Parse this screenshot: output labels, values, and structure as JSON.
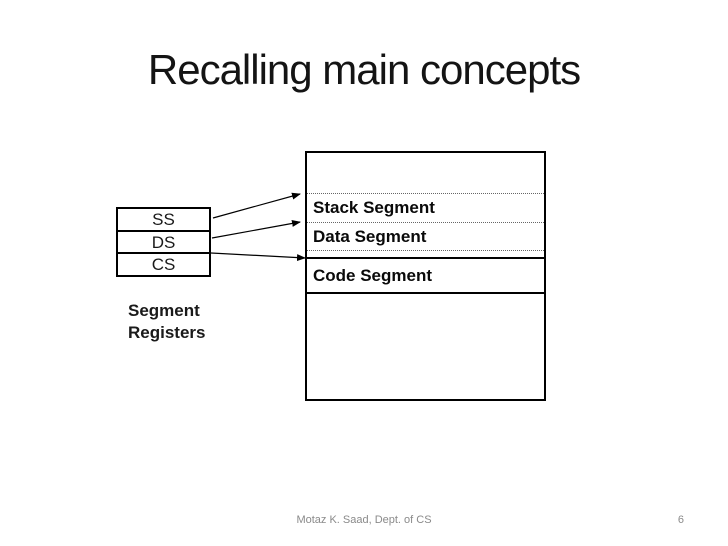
{
  "slide": {
    "title": "Recalling main concepts",
    "footer": {
      "author": "Motaz K. Saad, Dept. of CS",
      "page_number": "6"
    }
  },
  "diagram": {
    "registers": {
      "caption": "Segment Registers",
      "items": [
        {
          "label": "SS"
        },
        {
          "label": "DS"
        },
        {
          "label": "CS"
        }
      ]
    },
    "memory": {
      "segments": [
        {
          "label": "Stack Segment"
        },
        {
          "label": "Data Segment"
        },
        {
          "label": "Code Segment"
        }
      ]
    },
    "arrows": [
      {
        "name": "ss-to-stack"
      },
      {
        "name": "ds-to-data"
      },
      {
        "name": "cs-to-code"
      }
    ],
    "colors": {
      "stroke": "#000000",
      "dotted_line": "#666666",
      "text": "#111111",
      "footer_text": "#8a8a8a"
    }
  }
}
